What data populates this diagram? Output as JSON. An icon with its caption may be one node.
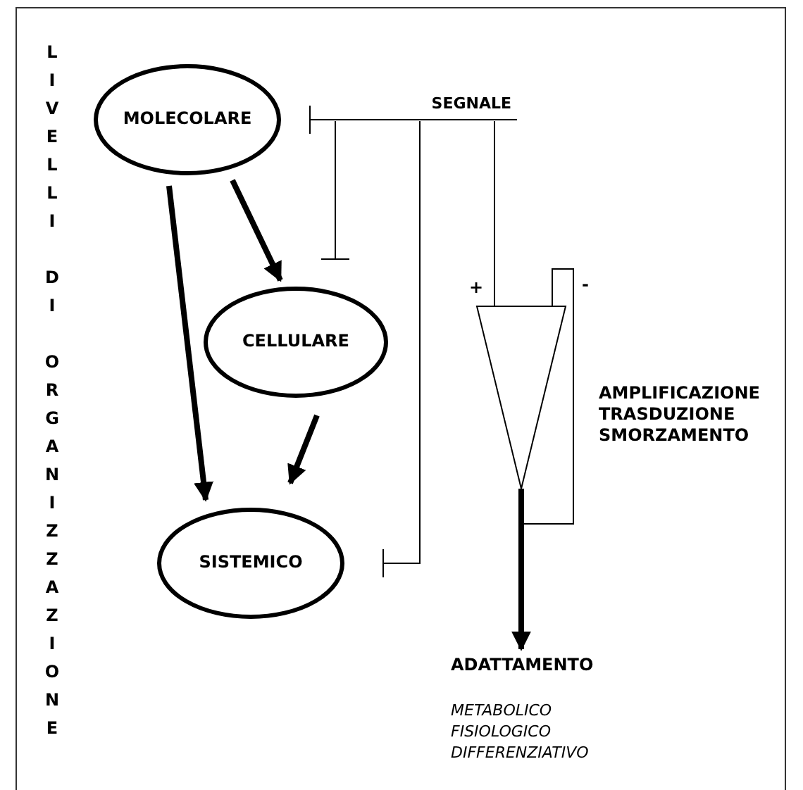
{
  "diagram": {
    "nodes": [
      {
        "text": [
          "MOLECOLARE"
        ]
      },
      {
        "text": [
          "CELLULARE"
        ]
      },
      {
        "text": [
          "SISTEMICO"
        ]
      },
      {
        "text": [
          "SEGNALE"
        ]
      },
      {
        "text": [],
        "shape": "triangle",
        "beside": [
          "AMPLIFICAZIONE TRASDUZIONE SMORZAMENTO"
        ]
      },
      {
        "text": [
          "ADATTAMENTO",
          "METABOLICO FISIOLOGICO DIFFERENZIATIVO"
        ]
      }
    ],
    "edges": [
      {
        "from": 0,
        "to": 1,
        "arrow": "to",
        "style": "thick"
      },
      {
        "from": 0,
        "to": 2,
        "arrow": "to",
        "style": "thick"
      },
      {
        "from": 1,
        "to": 2,
        "arrow": "to",
        "style": "thick"
      },
      {
        "from": 3,
        "to": 0,
        "arrow": "other"
      },
      {
        "from": 3,
        "to": 1,
        "arrow": "other"
      },
      {
        "from": 3,
        "to": 2,
        "arrow": "other"
      },
      {
        "from": 3,
        "to": 4,
        "arrow": "none"
      },
      {
        "from": 4,
        "to": 4,
        "arrow": "none"
      },
      {
        "from": 4,
        "to": 5,
        "arrow": "to",
        "style": "thick"
      }
    ],
    "labels": [
      "LIVELLI DI ORGANIZZAZIONE",
      "+",
      "-"
    ]
  }
}
